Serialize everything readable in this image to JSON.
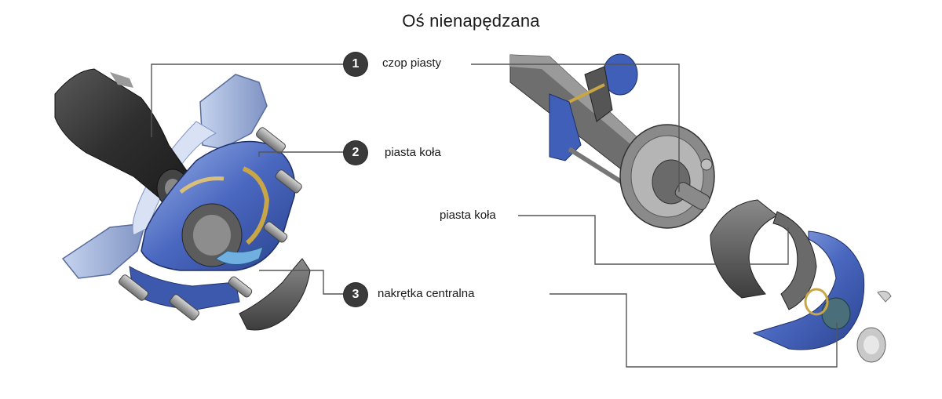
{
  "title": "Oś nienapędzana",
  "callouts": [
    {
      "number": "1",
      "label": "czop piasty"
    },
    {
      "number": "2",
      "label": "piasta koła"
    },
    {
      "number": "3",
      "label": "nakrętka centralna"
    }
  ],
  "right_label": "piasta koła",
  "colors": {
    "housing_blue": "#3f5fb8",
    "housing_light": "#8ea8e0",
    "steel_dark": "#3b3b3b",
    "steel_mid": "#7a7a7a",
    "badge": "#3a3a3a",
    "leader": "#555555"
  }
}
